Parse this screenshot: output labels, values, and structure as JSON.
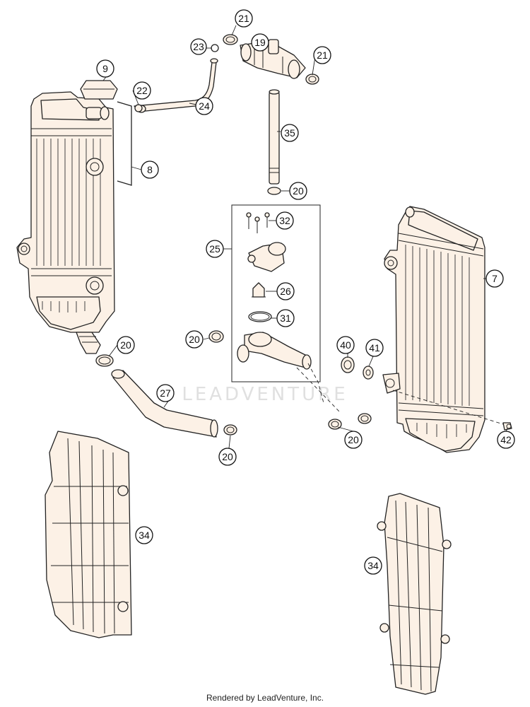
{
  "diagram": {
    "watermark": "LEADVENTURE",
    "footer": "Rendered by LeadVenture, Inc.",
    "callouts": {
      "c21a": "21",
      "c19": "19",
      "c23": "23",
      "c21b": "21",
      "c9": "9",
      "c22": "22",
      "c24": "24",
      "c35": "35",
      "c8": "8",
      "c20a": "20",
      "c32": "32",
      "c25": "25",
      "c7": "7",
      "c26": "26",
      "c31": "31",
      "c20b": "20",
      "c20c": "20",
      "c40": "40",
      "c41": "41",
      "c27": "27",
      "c20d": "20",
      "c42": "42",
      "c20e": "20",
      "c34a": "34",
      "c34b": "34"
    }
  }
}
